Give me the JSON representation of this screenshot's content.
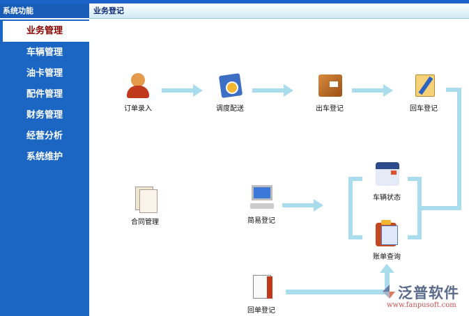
{
  "sidebar": {
    "title": "系统功能",
    "items": [
      {
        "label": "业务管理",
        "active": true
      },
      {
        "label": "车辆管理"
      },
      {
        "label": "油卡管理"
      },
      {
        "label": "配件管理"
      },
      {
        "label": "财务管理"
      },
      {
        "label": "经营分析"
      },
      {
        "label": "系统维护"
      }
    ]
  },
  "main": {
    "title": "业务登记",
    "nodes": {
      "order": "订单录入",
      "dispatch": "调度配送",
      "depart": "出车登记",
      "return": "回车登记",
      "contract": "合同管理",
      "simple": "简易登记",
      "vehicle_status": "车辆状态",
      "bill_query": "账单查询",
      "receipt": "回单登记"
    }
  },
  "brand": {
    "name": "泛普软件",
    "url": "www.fanpusoft.com"
  },
  "colors": {
    "sidebar": "#1a66c2",
    "arrow": "#a9dcec",
    "active_text": "#8a0000"
  }
}
